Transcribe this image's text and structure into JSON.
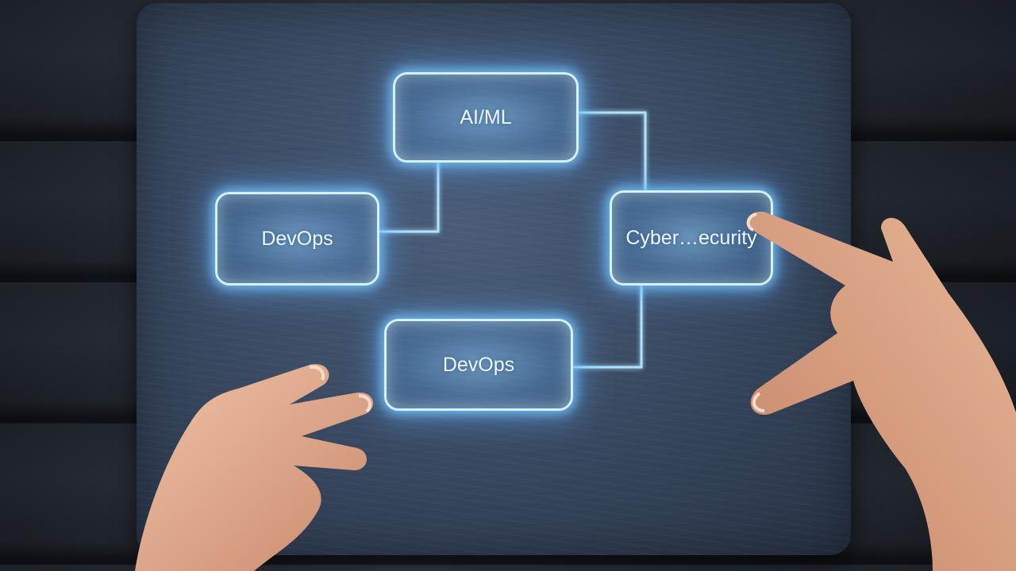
{
  "diagram": {
    "nodes": [
      {
        "id": "ai-ml",
        "label": "AI/ML"
      },
      {
        "id": "devops-left",
        "label": "DevOps"
      },
      {
        "id": "cybersecurity",
        "label": "Cyber…ecurity"
      },
      {
        "id": "devops-bottom",
        "label": "DevOps"
      }
    ],
    "connections": [
      {
        "from": "devops-left",
        "to": "ai-ml"
      },
      {
        "from": "ai-ml",
        "to": "cybersecurity"
      },
      {
        "from": "cybersecurity",
        "to": "devops-bottom"
      }
    ]
  },
  "colors": {
    "glow": "#8fd3ff",
    "node_border": "#d4f1ff",
    "slate": "#3b4b63",
    "wood": "#2a313b"
  }
}
